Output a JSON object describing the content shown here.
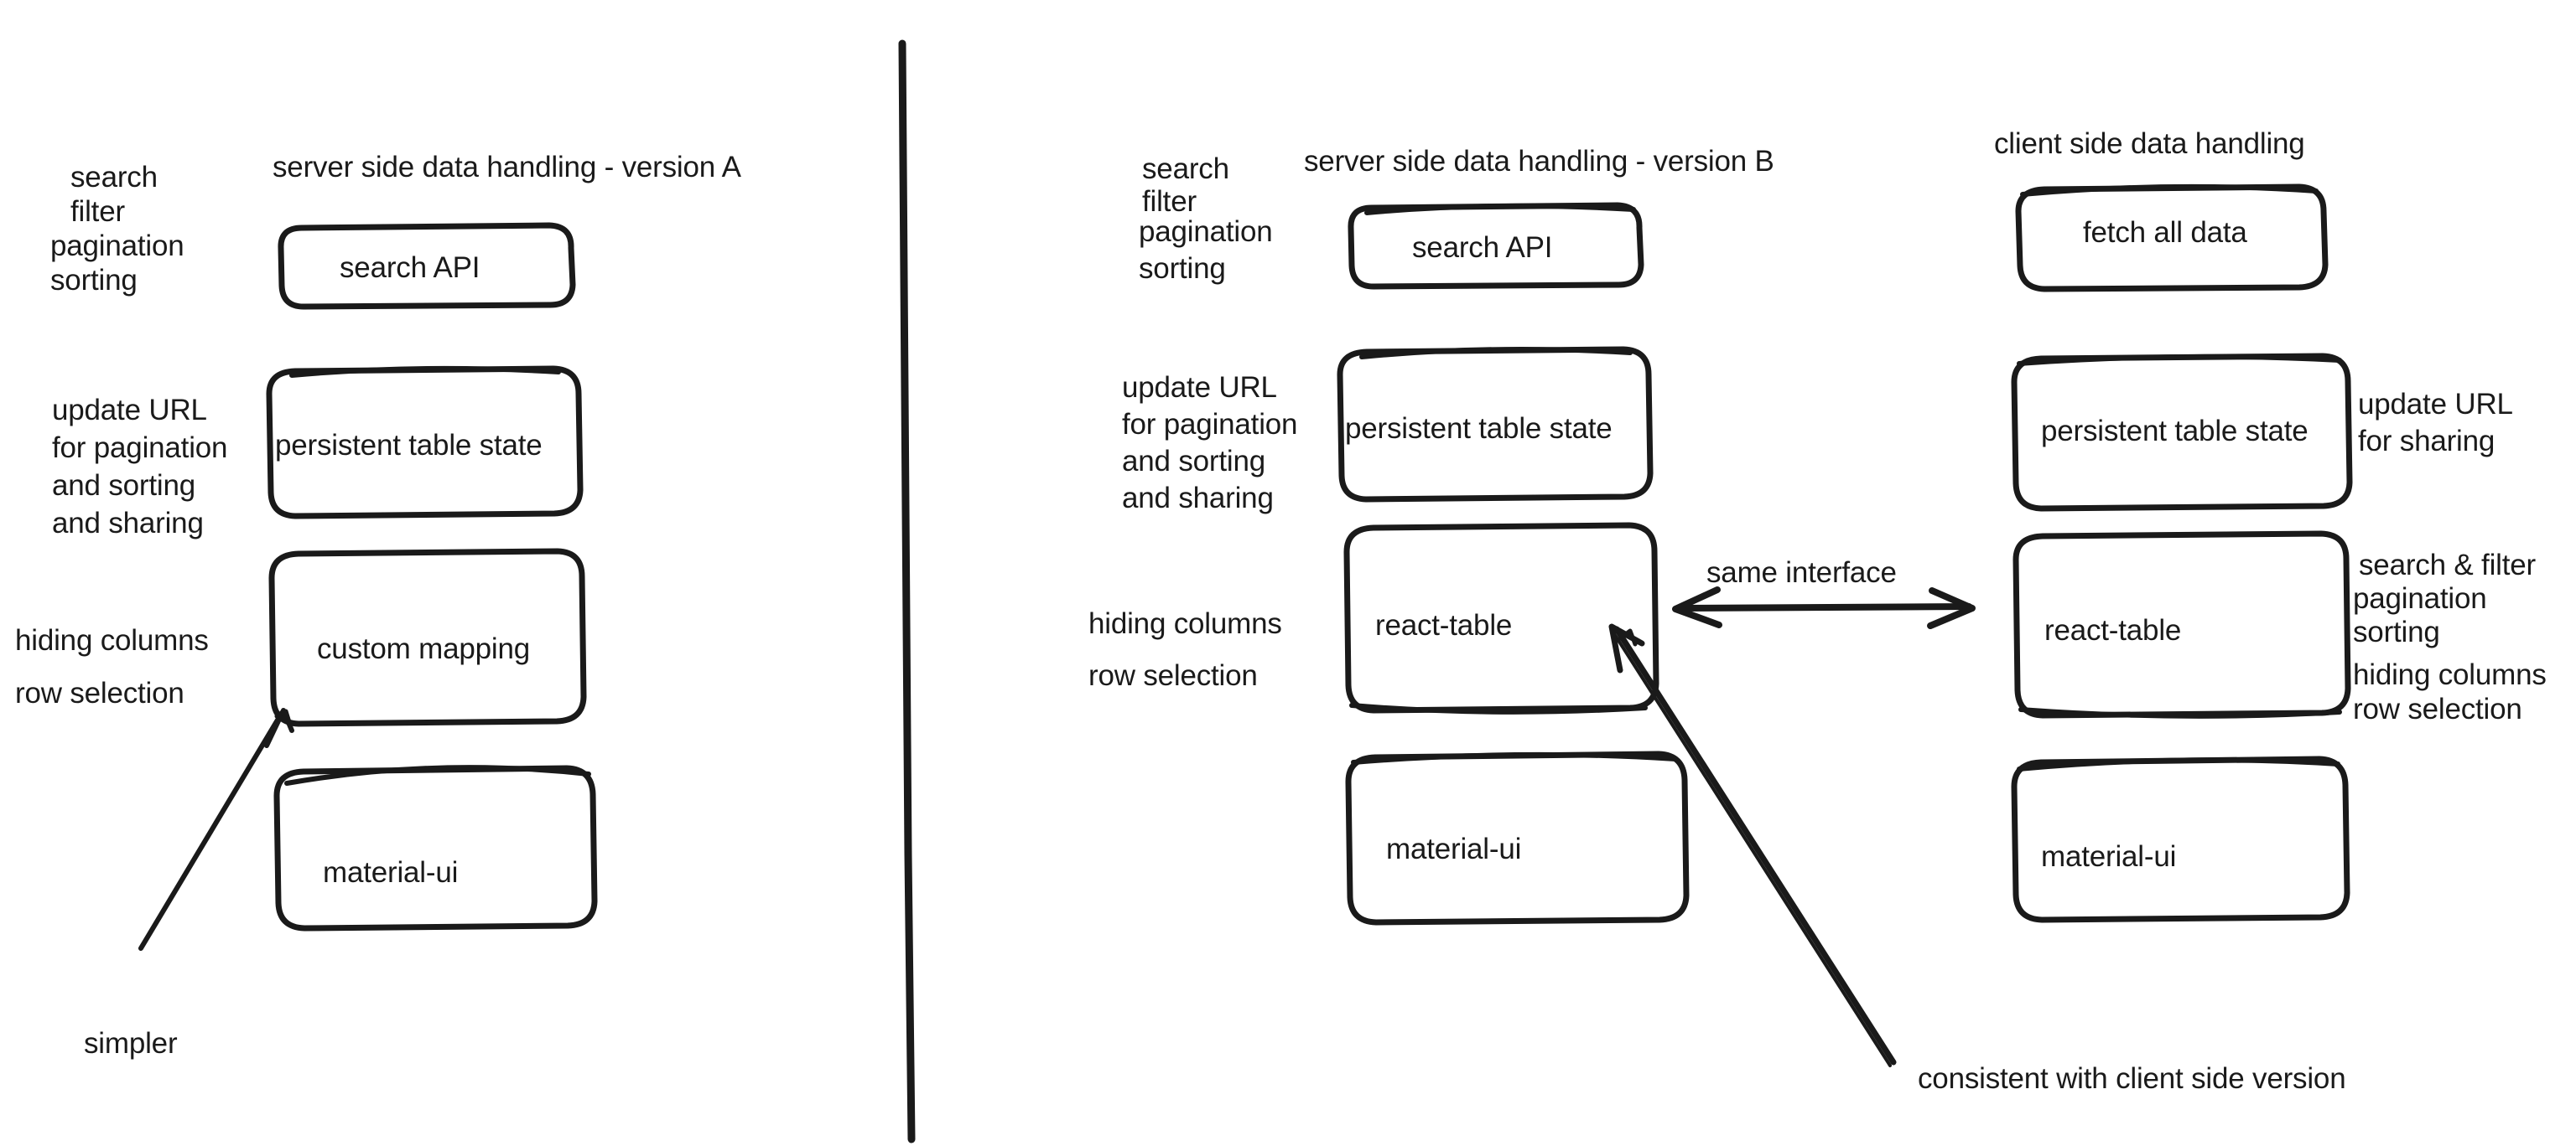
{
  "diagram": {
    "type": "hand-drawn comparison diagram",
    "stroke_color": "#1a1a1a",
    "background_color": "#ffffff",
    "panels": [
      {
        "id": "panel-a",
        "title": "server side data handling - version A",
        "left_notes": [
          {
            "id": "note-a-capabilities",
            "lines": [
              "search",
              "filter",
              "pagination",
              "sorting"
            ]
          },
          {
            "id": "note-a-url",
            "lines": [
              "update URL",
              "for pagination",
              "and sorting",
              "and sharing"
            ]
          },
          {
            "id": "note-a-table",
            "lines": [
              "hiding columns",
              "row selection"
            ]
          }
        ],
        "nodes": [
          {
            "id": "node-a-search-api",
            "label": "search API"
          },
          {
            "id": "node-a-persistent-table-state",
            "label": "persistent table state"
          },
          {
            "id": "node-a-custom-mapping",
            "label": "custom mapping"
          },
          {
            "id": "node-a-material-ui",
            "label": "material-ui"
          }
        ],
        "annotations": [
          {
            "id": "annotation-simpler",
            "label": "simpler",
            "points_to": "node-a-custom-mapping"
          }
        ]
      },
      {
        "id": "panel-b",
        "title": "server side data handling - version B",
        "left_notes": [
          {
            "id": "note-b-capabilities",
            "lines": [
              "search",
              "filter",
              "pagination",
              "sorting"
            ]
          },
          {
            "id": "note-b-url",
            "lines": [
              "update URL",
              "for pagination",
              "and sorting",
              "and sharing"
            ]
          },
          {
            "id": "note-b-table",
            "lines": [
              "hiding columns",
              "row selection"
            ]
          }
        ],
        "nodes": [
          {
            "id": "node-b-search-api",
            "label": "search API"
          },
          {
            "id": "node-b-persistent-table-state",
            "label": "persistent table state"
          },
          {
            "id": "node-b-react-table",
            "label": "react-table"
          },
          {
            "id": "node-b-material-ui",
            "label": "material-ui"
          }
        ],
        "annotations": [
          {
            "id": "annotation-consistent",
            "label": "consistent with client side version",
            "points_to": "node-b-react-table"
          }
        ]
      },
      {
        "id": "panel-c",
        "title": "client side data handling",
        "right_notes": [
          {
            "id": "note-c-url",
            "lines": [
              "update URL",
              "for sharing"
            ]
          },
          {
            "id": "note-c-features",
            "lines": [
              "search & filter",
              "pagination",
              "sorting",
              "hiding columns",
              "row selection"
            ]
          }
        ],
        "nodes": [
          {
            "id": "node-c-fetch-all-data",
            "label": "fetch all data"
          },
          {
            "id": "node-c-persistent-table-state",
            "label": "persistent table state"
          },
          {
            "id": "node-c-react-table",
            "label": "react-table"
          },
          {
            "id": "node-c-material-ui",
            "label": "material-ui"
          }
        ]
      }
    ],
    "connectors": [
      {
        "id": "connector-same-interface",
        "label": "same interface",
        "style": "double-headed horizontal arrow",
        "from": "node-b-react-table",
        "to": "node-c-react-table"
      }
    ],
    "divider": {
      "id": "panel-divider",
      "orientation": "vertical"
    }
  }
}
